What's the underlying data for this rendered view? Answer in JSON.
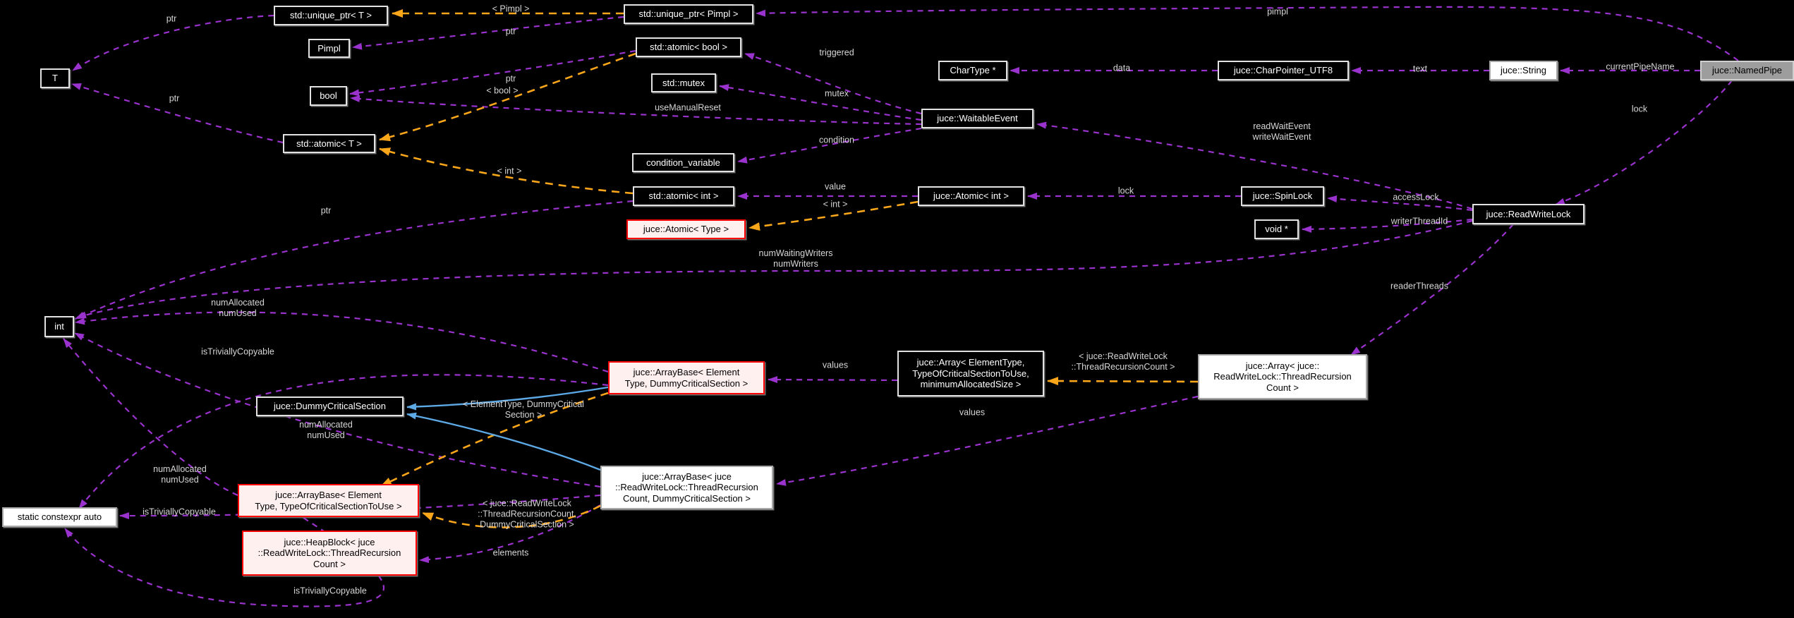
{
  "nodes": [
    {
      "id": "std-unique-ptr-t",
      "label": "std::unique_ptr< T >",
      "type": "plain"
    },
    {
      "id": "std-unique-ptr-pimpl",
      "label": "std::unique_ptr< Pimpl >",
      "type": "plain"
    },
    {
      "id": "pimpl",
      "label": "Pimpl",
      "type": "plain"
    },
    {
      "id": "std-atomic-bool",
      "label": "std::atomic< bool >",
      "type": "plain"
    },
    {
      "id": "std-mutex",
      "label": "std::mutex",
      "type": "plain"
    },
    {
      "id": "chartype-ptr",
      "label": "CharType *",
      "type": "plain"
    },
    {
      "id": "juce-charpointer-utf8",
      "label": "juce::CharPointer_UTF8",
      "type": "plain"
    },
    {
      "id": "juce-string",
      "label": "juce::String",
      "type": "white"
    },
    {
      "id": "juce-namedpipe",
      "label": "juce::NamedPipe",
      "type": "gray"
    },
    {
      "id": "t",
      "label": "T",
      "type": "plain"
    },
    {
      "id": "bool",
      "label": "bool",
      "type": "plain"
    },
    {
      "id": "juce-waitableevent",
      "label": "juce::WaitableEvent",
      "type": "plain"
    },
    {
      "id": "std-atomic-t",
      "label": "std::atomic< T >",
      "type": "plain"
    },
    {
      "id": "condition-variable",
      "label": "condition_variable",
      "type": "plain"
    },
    {
      "id": "std-atomic-int",
      "label": "std::atomic< int >",
      "type": "plain"
    },
    {
      "id": "juce-atomic-int",
      "label": "juce::Atomic< int >",
      "type": "plain"
    },
    {
      "id": "juce-spinlock",
      "label": "juce::SpinLock",
      "type": "plain"
    },
    {
      "id": "juce-readwritelock",
      "label": "juce::ReadWriteLock",
      "type": "plain"
    },
    {
      "id": "juce-atomic-type",
      "label": "juce::Atomic< Type >",
      "type": "red"
    },
    {
      "id": "void-ptr",
      "label": "void *",
      "type": "plain"
    },
    {
      "id": "int",
      "label": "int",
      "type": "plain"
    },
    {
      "id": "juce-arraybase-elem-dummy",
      "label": "juce::ArrayBase< Element\nType, DummyCriticalSection >",
      "type": "red"
    },
    {
      "id": "juce-array-elemtype",
      "label": "juce::Array< ElementType,\nTypeOfCriticalSectionToUse,\nminimumAllocatedSize >",
      "type": "plain"
    },
    {
      "id": "juce-array-rwl-trc",
      "label": "juce::Array< juce::\nReadWriteLock::ThreadRecursion\nCount >",
      "type": "white"
    },
    {
      "id": "juce-dummycriticalsection",
      "label": "juce::DummyCriticalSection",
      "type": "plain"
    },
    {
      "id": "juce-arraybase-rwl-dummy",
      "label": "juce::ArrayBase< juce\n::ReadWriteLock::ThreadRecursion\nCount, DummyCriticalSection >",
      "type": "white"
    },
    {
      "id": "juce-arraybase-elem-tocstu",
      "label": "juce::ArrayBase< Element\nType, TypeOfCriticalSectionToUse >",
      "type": "red"
    },
    {
      "id": "juce-heapblock",
      "label": "juce::HeapBlock< juce\n::ReadWriteLock::ThreadRecursion\nCount >",
      "type": "red"
    },
    {
      "id": "static-constexpr-auto",
      "label": "static constexpr auto",
      "type": "white"
    }
  ],
  "edge_labels": [
    {
      "text": "ptr"
    },
    {
      "text": "< Pimpl >"
    },
    {
      "text": "ptr"
    },
    {
      "text": "pimpl"
    },
    {
      "text": "ptr"
    },
    {
      "text": "< bool >"
    },
    {
      "text": "triggered"
    },
    {
      "text": "data"
    },
    {
      "text": "text"
    },
    {
      "text": "currentPipeName"
    },
    {
      "text": "mutex"
    },
    {
      "text": "useManualReset"
    },
    {
      "text": "lock"
    },
    {
      "text": "readWaitEvent\nwriteWaitEvent"
    },
    {
      "text": "condition"
    },
    {
      "text": "ptr"
    },
    {
      "text": "< int >"
    },
    {
      "text": "value"
    },
    {
      "text": "< int >"
    },
    {
      "text": "lock"
    },
    {
      "text": "accessLock"
    },
    {
      "text": "writerThreadId"
    },
    {
      "text": "ptr"
    },
    {
      "text": "numWaitingWriters\nnumWriters"
    },
    {
      "text": "readerThreads"
    },
    {
      "text": "numAllocated\nnumUsed"
    },
    {
      "text": "isTriviallyCopyable"
    },
    {
      "text": "values"
    },
    {
      "text": "< juce::ReadWriteLock\n::ThreadRecursionCount >"
    },
    {
      "text": "< ElementType, DummyCritical\nSection >"
    },
    {
      "text": "numAllocated\nnumUsed"
    },
    {
      "text": "values"
    },
    {
      "text": "numAllocated\nnumUsed"
    },
    {
      "text": "isTriviallyCopyable"
    },
    {
      "text": "< juce::ReadWriteLock\n::ThreadRecursionCount,\nDummyCriticalSection >"
    },
    {
      "text": "elements"
    },
    {
      "text": "isTriviallyCopyable"
    }
  ],
  "colors": {
    "background": "#000000",
    "edge_usage": "#9a32cd",
    "edge_template": "#faa61a",
    "edge_inheritance": "#5ca9e6",
    "node_fill": "#000000",
    "node_border": "#e2e2e2",
    "node_text": "#ffffff",
    "truncated_fill": "#fff0f0",
    "truncated_border": "#ff0000",
    "current_node_fill": "#9d9d9d",
    "linked_node_fill": "#ffffff",
    "edge_label_text": "#d6d6d6"
  }
}
